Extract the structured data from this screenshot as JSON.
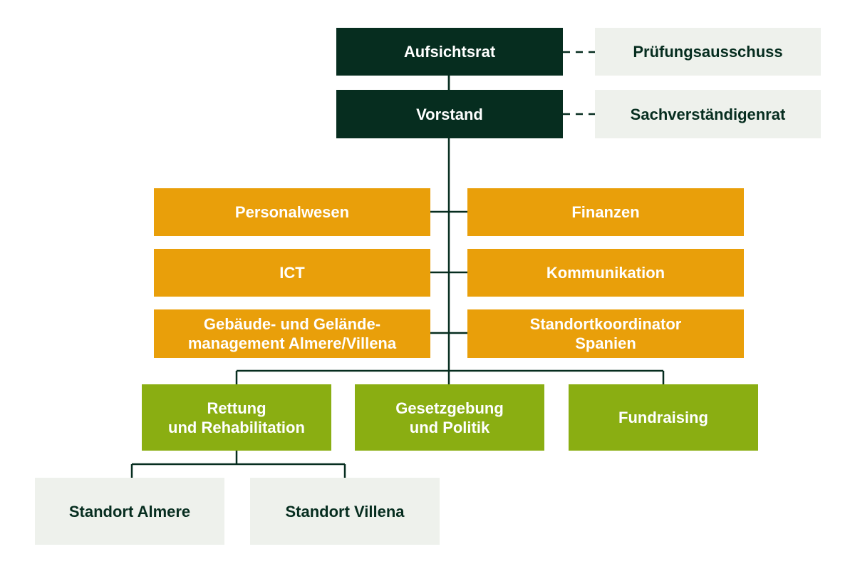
{
  "colors": {
    "dark": "#062d1f",
    "light": "#eef1ec",
    "orange": "#e99f0a",
    "green": "#8aae12",
    "line": "#062d1f"
  },
  "board": {
    "aufsichtsrat": "Aufsichtsrat",
    "vorstand": "Vorstand"
  },
  "advisory": {
    "pruefungsausschuss": "Prüfungsausschuss",
    "sachverstaendigenrat": "Sachverständigenrat"
  },
  "staff": {
    "personalwesen": "Personalwesen",
    "finanzen": "Finanzen",
    "ict": "ICT",
    "kommunikation": "Kommunikation",
    "gebaeude": "Gebäude- und Gelände-\nmanagement Almere/Villena",
    "standortkoordinator": "Standortkoordinator\nSpanien"
  },
  "departments": {
    "rettung": "Rettung\nund Rehabilitation",
    "gesetzgebung": "Gesetzgebung\nund Politik",
    "fundraising": "Fundraising"
  },
  "locations": {
    "almere": "Standort Almere",
    "villena": "Standort Villena"
  }
}
